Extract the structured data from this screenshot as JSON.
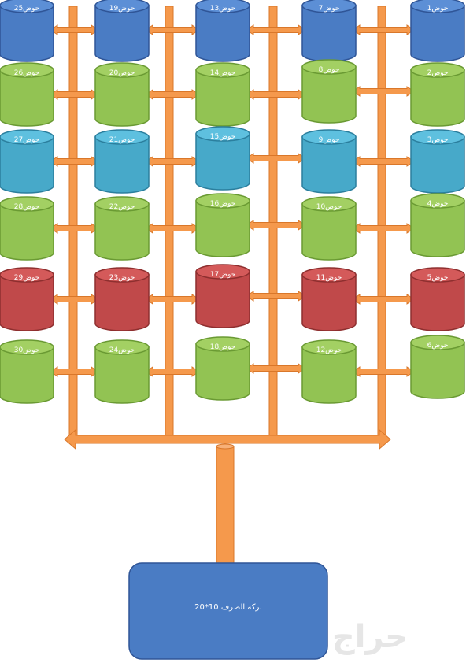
{
  "diagram": {
    "tank_word": "حوض",
    "colors": {
      "blue": "#4a7cc4",
      "blue_top": "#5c8fd6",
      "blue_edge": "#2f5597",
      "green": "#92c353",
      "green_top": "#a3d063",
      "green_edge": "#6a9a33",
      "cyan": "#47a9c9",
      "cyan_top": "#5ec0df",
      "cyan_edge": "#2b7f9e",
      "red": "#c0494a",
      "red_top": "#d45a5a",
      "red_edge": "#8e2f2f",
      "pipe": "#f5994c",
      "pipe_edge": "#d9772a",
      "basin": "#4a7cc4",
      "basin_edge": "#2f5597",
      "watermark": "#e6e6e6"
    },
    "tanks": [
      {
        "number": "25",
        "color": "blue"
      },
      {
        "number": "19",
        "color": "blue"
      },
      {
        "number": "13",
        "color": "blue"
      },
      {
        "number": "7",
        "color": "blue"
      },
      {
        "number": "1",
        "color": "blue"
      },
      {
        "number": "26",
        "color": "green"
      },
      {
        "number": "20",
        "color": "green"
      },
      {
        "number": "14",
        "color": "green"
      },
      {
        "number": "8",
        "color": "green"
      },
      {
        "number": "2",
        "color": "green"
      },
      {
        "number": "27",
        "color": "cyan"
      },
      {
        "number": "21",
        "color": "cyan"
      },
      {
        "number": "15",
        "color": "cyan"
      },
      {
        "number": "9",
        "color": "cyan"
      },
      {
        "number": "3",
        "color": "cyan"
      },
      {
        "number": "28",
        "color": "green"
      },
      {
        "number": "22",
        "color": "green"
      },
      {
        "number": "16",
        "color": "green"
      },
      {
        "number": "10",
        "color": "green"
      },
      {
        "number": "4",
        "color": "green"
      },
      {
        "number": "29",
        "color": "red"
      },
      {
        "number": "23",
        "color": "red"
      },
      {
        "number": "17",
        "color": "red"
      },
      {
        "number": "11",
        "color": "red"
      },
      {
        "number": "5",
        "color": "red"
      },
      {
        "number": "30",
        "color": "green"
      },
      {
        "number": "24",
        "color": "green"
      },
      {
        "number": "18",
        "color": "green"
      },
      {
        "number": "12",
        "color": "green"
      },
      {
        "number": "6",
        "color": "green"
      }
    ],
    "basin": {
      "label": "بركة الصرف 10*20"
    },
    "watermark": {
      "text": "حراج"
    }
  }
}
